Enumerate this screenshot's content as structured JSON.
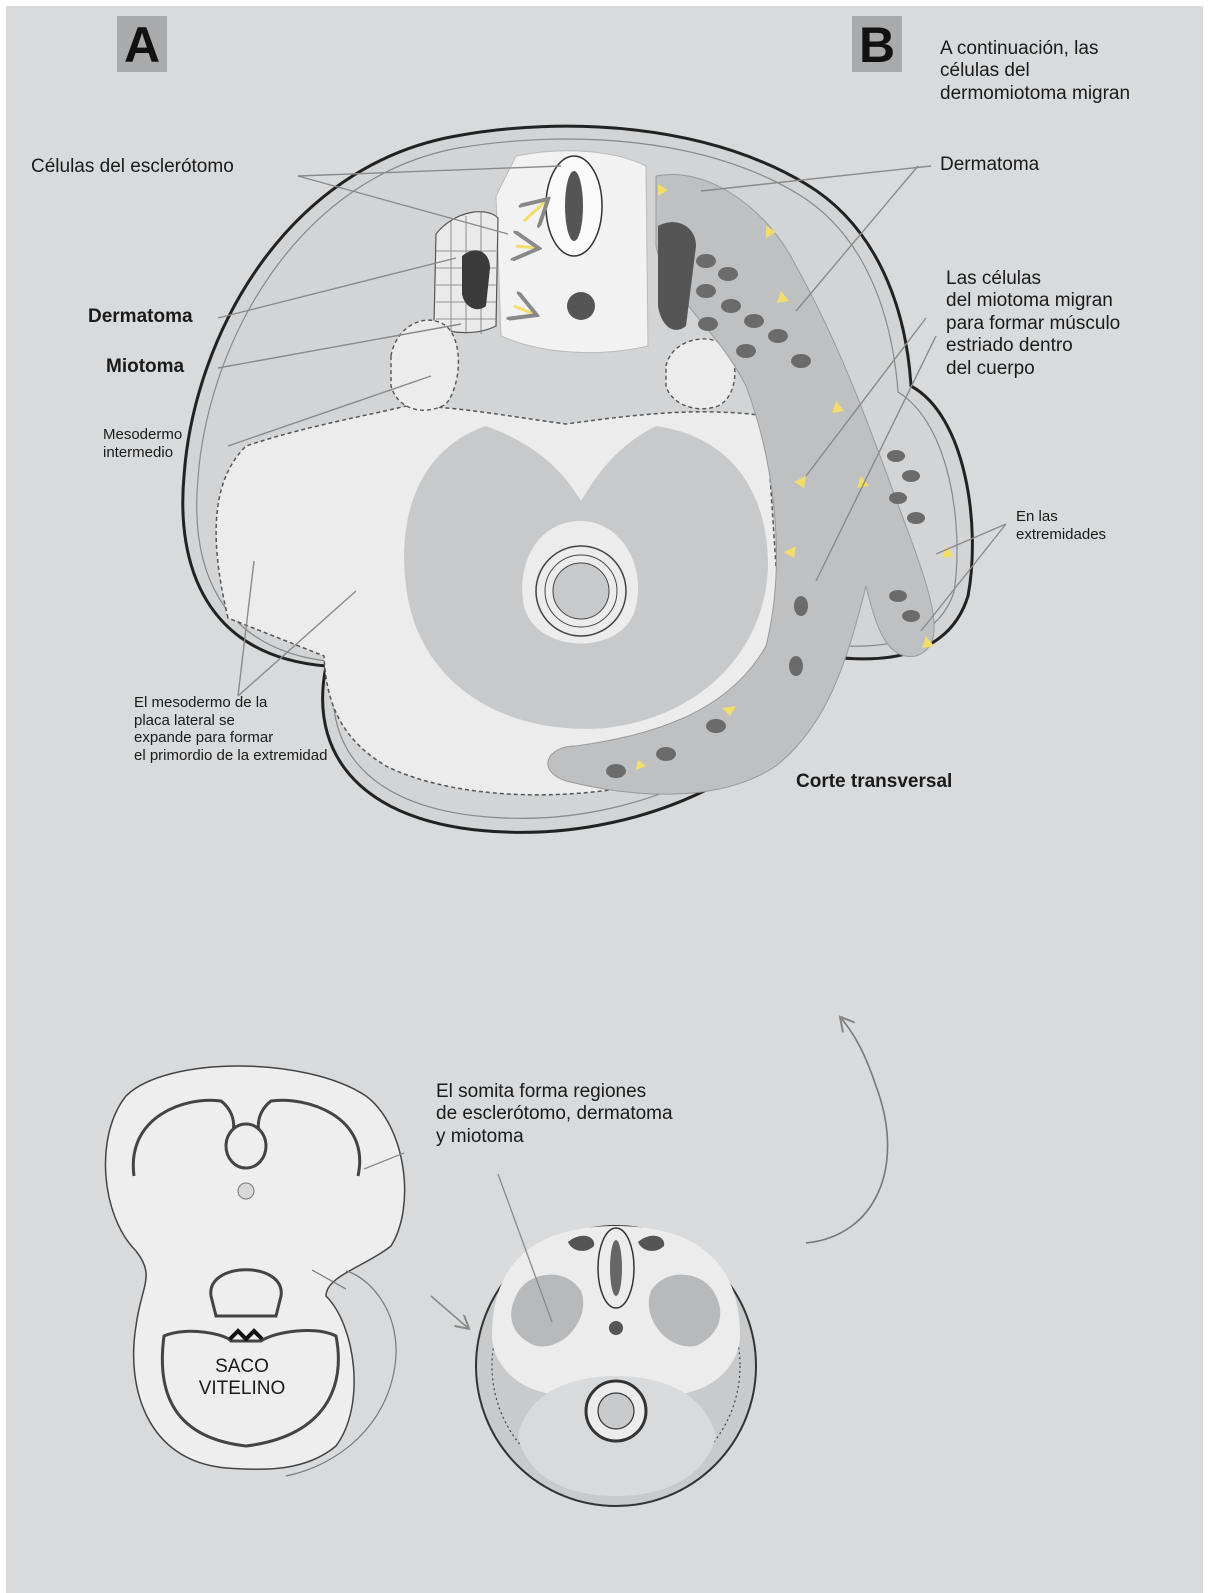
{
  "panels": {
    "a": "A",
    "b": "B"
  },
  "labels": {
    "continuacion": "A continuación, las\ncélulas del\ndermomiotoma migran",
    "celulas_esclerotomo": "Células del esclerótomo",
    "dermatoma_right": "Dermatoma",
    "dermatoma_left": "Dermatoma",
    "miotoma": "Miotoma",
    "mesodermo_intermedio": "Mesodermo\nintermedio",
    "miotoma_migran": "Las células\ndel miotoma migran\npara formar músculo\nestriado dentro\ndel cuerpo",
    "extremidades": "En las\nextremidades",
    "placa_lateral": "El mesodermo de la\nplaca lateral se\nexpande para formar\nel primordio de la extremidad",
    "corte_transversal": "Corte transversal",
    "somita": "El somita forma regiones\nde esclerótomo, dermatoma\ny miotoma",
    "saco_vitelino": "SACO\nVITELINO"
  },
  "colors": {
    "background": "#d9dadb",
    "tissue_light": "#ececec",
    "tissue_mid": "#c9cacb",
    "tissue_dark": "#6a6a6a",
    "migration_arrows": "#f2dd6b",
    "outline": "#222222"
  }
}
